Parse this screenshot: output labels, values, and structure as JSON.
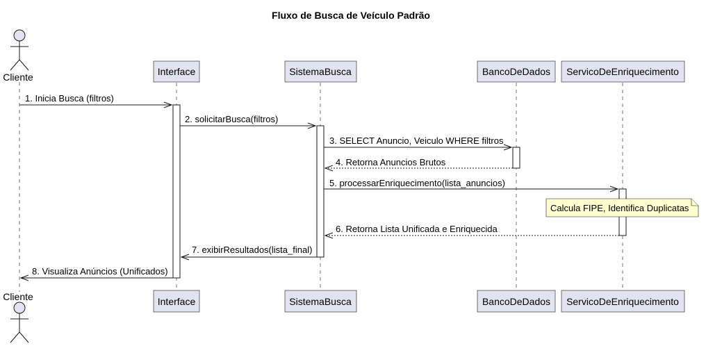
{
  "title": "Fluxo de Busca de Veículo Padrão",
  "participants": {
    "cliente": "Cliente",
    "interface": "Interface",
    "sistema": "SistemaBusca",
    "banco": "BancoDeDados",
    "servico": "ServicoDeEnriquecimento"
  },
  "messages": {
    "m1": "1. Inicia Busca (filtros)",
    "m2": "2. solicitarBusca(filtros)",
    "m3": "3. SELECT Anuncio, Veiculo WHERE filtros",
    "m4": "4. Retorna Anuncios Brutos",
    "m5": "5. processarEnriquecimento(lista_anuncios)",
    "m6": "6. Retorna Lista Unificada e Enriquecida",
    "m7": "7. exibirResultados(lista_final)",
    "m8": "8. Visualiza Anúncios (Unificados)"
  },
  "note": "Calcula FIPE, Identifica Duplicatas",
  "colors": {
    "participant_fill": "#e2e2f0",
    "note_fill": "#fefece",
    "line": "#181818"
  }
}
